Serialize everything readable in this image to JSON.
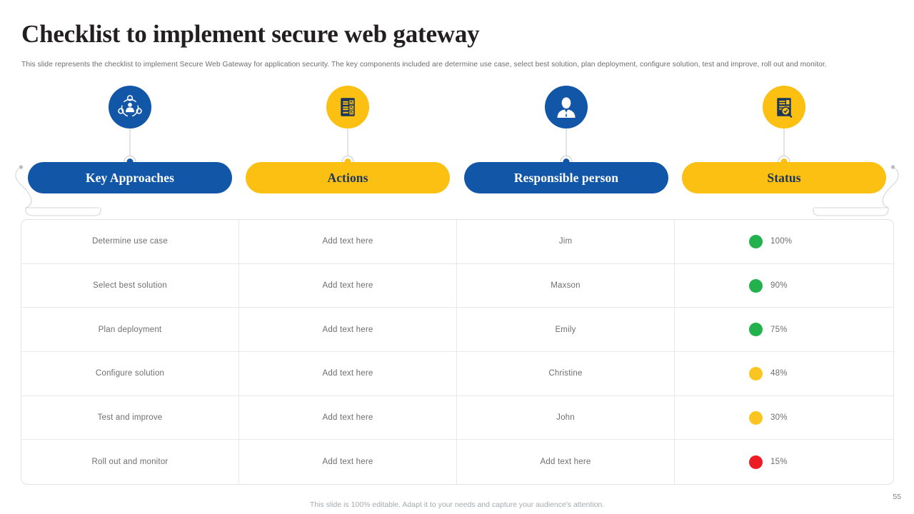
{
  "slide": {
    "title": "Checklist to implement secure web gateway",
    "subtitle": "This slide represents the checklist to implement Secure Web Gateway for application security. The key components included are determine use case, select best solution, plan deployment, configure solution, test and improve, roll out and monitor.",
    "footer_note": "This slide is 100% editable. Adapt it to your needs and capture your audience's attention.",
    "page_number": "55"
  },
  "colors": {
    "blue": "#1256a8",
    "yellow": "#fbc012",
    "navy_icon": "#1b365d",
    "green": "#22b14c",
    "amber": "#fbc521",
    "red": "#ed1c24",
    "line_gray": "#c9cacb",
    "text_gray": "#6d6e71"
  },
  "columns": [
    {
      "label": "Key Approaches",
      "icon": "person-network-icon",
      "circle_color": "#1256a8",
      "pill_color": "#1256a8",
      "pill_text_color": "#ffffff",
      "dot_color": "#1256a8"
    },
    {
      "label": "Actions",
      "icon": "checklist-document-icon",
      "circle_color": "#fbc012",
      "pill_color": "#fbc012",
      "pill_text_color": "#1b365d",
      "dot_color": "#fbc012"
    },
    {
      "label": "Responsible person",
      "icon": "businessman-avatar-icon",
      "circle_color": "#1256a8",
      "pill_color": "#1256a8",
      "pill_text_color": "#ffffff",
      "dot_color": "#1256a8"
    },
    {
      "label": "Status",
      "icon": "document-magnifier-icon",
      "circle_color": "#fbc012",
      "pill_color": "#fbc012",
      "pill_text_color": "#1b365d",
      "dot_color": "#fbc012"
    }
  ],
  "table": {
    "rows": [
      {
        "approach": "Determine use case",
        "action": "Add text here",
        "person": "Jim",
        "percent": "100%",
        "status_color": "#22b14c"
      },
      {
        "approach": "Select best solution",
        "action": "Add text here",
        "person": "Maxson",
        "percent": "90%",
        "status_color": "#22b14c"
      },
      {
        "approach": "Plan deployment",
        "action": "Add text here",
        "person": "Emily",
        "percent": "75%",
        "status_color": "#22b14c"
      },
      {
        "approach": "Configure solution",
        "action": "Add text here",
        "person": "Christine",
        "percent": "48%",
        "status_color": "#fbc521"
      },
      {
        "approach": "Test and improve",
        "action": "Add text here",
        "person": "John",
        "percent": "30%",
        "status_color": "#fbc521"
      },
      {
        "approach": "Roll out and monitor",
        "action": "Add text here",
        "person": "Add text here",
        "percent": "15%",
        "status_color": "#ed1c24"
      }
    ]
  }
}
